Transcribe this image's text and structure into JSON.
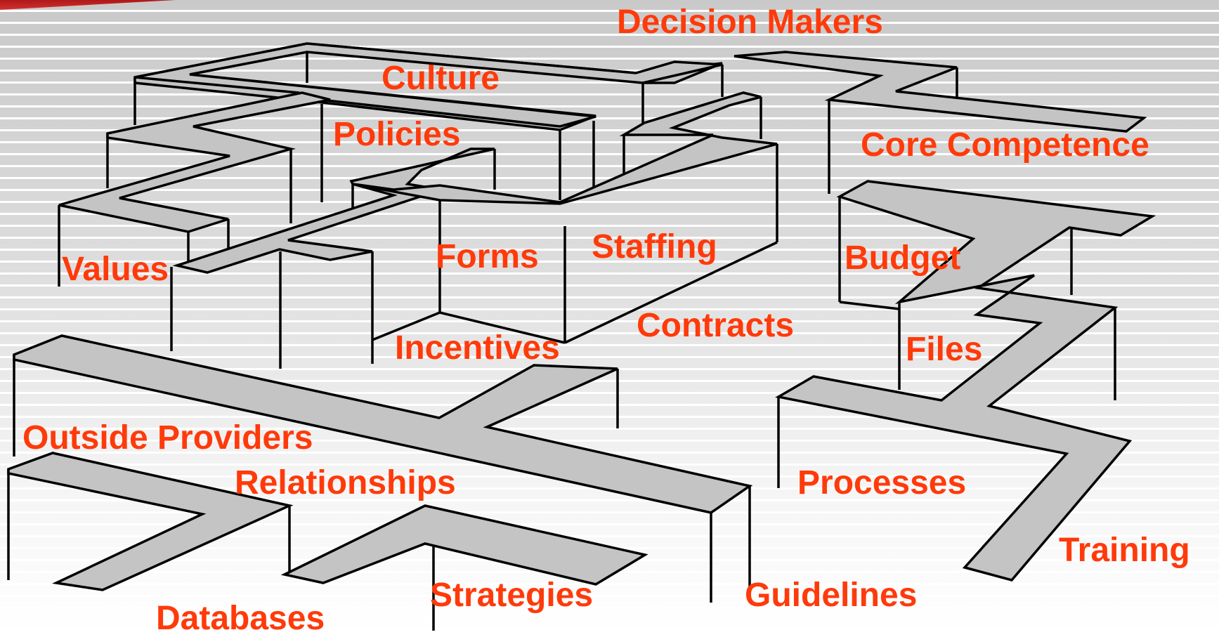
{
  "diagram": {
    "labels": {
      "decision_makers": "Decision Makers",
      "culture": "Culture",
      "policies": "Policies",
      "core_competence": "Core Competence",
      "values": "Values",
      "forms": "Forms",
      "staffing": "Staffing",
      "budget": "Budget",
      "contracts": "Contracts",
      "incentives": "Incentives",
      "files": "Files",
      "outside_providers": "Outside Providers",
      "relationships": "Relationships",
      "processes": "Processes",
      "training": "Training",
      "strategies": "Strategies",
      "guidelines": "Guidelines",
      "databases": "Databases"
    },
    "colors": {
      "label": "#ff3a0a",
      "walkway_fill": "#c4c4c4",
      "outline": "#000000",
      "background_top": "#c9c9c9",
      "background_bottom": "#ffffff",
      "corner_accent": "#c42020"
    }
  }
}
